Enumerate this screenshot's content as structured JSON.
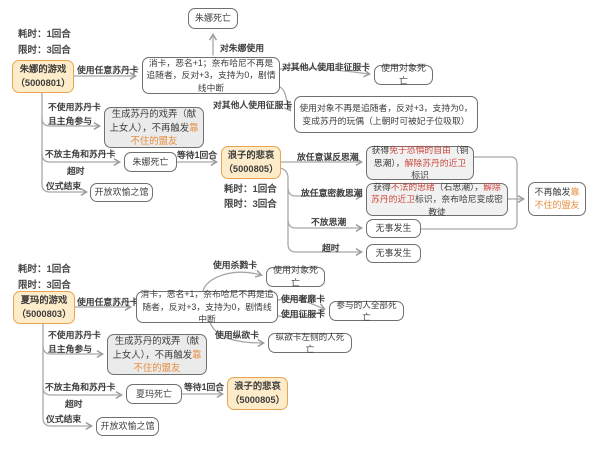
{
  "colors": {
    "node_border": "#707070",
    "orange_node_border": "#e9a453",
    "orange_node_fill": "#fdecca",
    "gray_node_fill": "#ebebeb",
    "red_text": "#cb4a40",
    "orange_text": "#e78c3a",
    "arrow": "#a8a8a8"
  },
  "juna": {
    "meta_cost": "耗时：1回合",
    "meta_limit": "限时：3回合",
    "start_title": "朱娜的游戏",
    "start_id": "（5000801）",
    "edge_use_any_sultan": "使用任意苏丹卡",
    "node_consume": "消卡，恶名+1；奈布哈尼不再是追随者，反对+3，支持为0，剧情线中断",
    "edge_use_on_juna": "对朱娜使用",
    "node_juna_dies_top": "朱娜死亡",
    "edge_non_conquest_on_others": "对其他人使用非征服卡",
    "node_target_dies": "使用对象死亡",
    "edge_conquest_on_others": "对其他人使用征服卡",
    "node_puppet": "使用对象不再是追随者，反对+3，支持为0，变成苏丹的玩偶（上朝时可被妃子位吸取）",
    "edge_no_sultan_line1": "不使用苏丹卡",
    "edge_no_sultan_line2": "且主角参与",
    "node_tease_p1": "生成苏丹的戏弄（献上女人），不再触发",
    "node_tease_p2": "靠不住的盟友",
    "edge_no_main_sultan": "不放主角和苏丹卡",
    "edge_timeout": "超时",
    "node_juna_dies": "朱娜死亡",
    "edge_wait_1_turn": "等待1回合",
    "edge_ritual_end": "仪式结束",
    "node_pleasure_house": "开放欢愉之馆"
  },
  "sorrow": {
    "title": "浪子的悲哀",
    "id": "（5000805）",
    "meta_cost": "耗时：1回合",
    "meta_limit": "限时：3回合",
    "edge_rebel_trend": "放任意谋反思潮",
    "node_freedom_p1": "获得",
    "node_freedom_p2": "免于恐惧的自由",
    "node_freedom_p3": "（铜思潮），",
    "node_freedom_p4": "解除苏丹的近卫",
    "node_freedom_p5": "标识",
    "edge_cult_trend": "放任意密教思潮",
    "node_thought_p1": "获得",
    "node_thought_p2": "不法的思绪",
    "node_thought_p3": "（石思潮），",
    "node_thought_p4": "解除苏丹的近卫",
    "node_thought_p5": "标识，奈布哈尼变成密教徒",
    "edge_no_trend": "不放思潮",
    "node_nothing_1": "无事发生",
    "edge_timeout": "超时",
    "node_nothing_2": "无事发生",
    "node_no_retrigger_p1": "不再触发",
    "node_no_retrigger_p2": "靠不住的盟友"
  },
  "xiama": {
    "meta_cost": "耗时：1回合",
    "meta_limit": "限时：3回合",
    "start_title": "夏玛的游戏",
    "start_id": "（5000803）",
    "edge_use_any_sultan": "使用任意苏丹卡",
    "node_consume": "消卡，恶名+1，奈布哈尼不再是追随者，反对+3，支持为0，剧情线中断",
    "edge_kill_card": "使用杀戮卡",
    "node_target_dies": "使用对象死亡",
    "edge_luxury_card": "使用奢靡卡",
    "edge_conquest_card": "使用征服卡",
    "node_all_participants_die": "参与的人全部死亡",
    "edge_lust_card": "使用纵欲卡",
    "node_left_person_dies": "纵欲卡左侧的人死亡",
    "edge_no_sultan_line1": "不使用苏丹卡",
    "edge_no_sultan_line2": "且主角参与",
    "node_tease_p1": "生成苏丹的戏弄（献上女人），不再触发",
    "node_tease_p2": "靠不住的盟友",
    "edge_no_main_sultan": "不放主角和苏丹卡",
    "edge_timeout": "超时",
    "node_xiama_dies": "夏玛死亡",
    "edge_wait_1_turn": "等待1回合",
    "sorrow_title": "浪子的悲哀",
    "sorrow_id": "（5000805）",
    "edge_ritual_end": "仪式结束",
    "node_pleasure_house": "开放欢愉之馆"
  }
}
